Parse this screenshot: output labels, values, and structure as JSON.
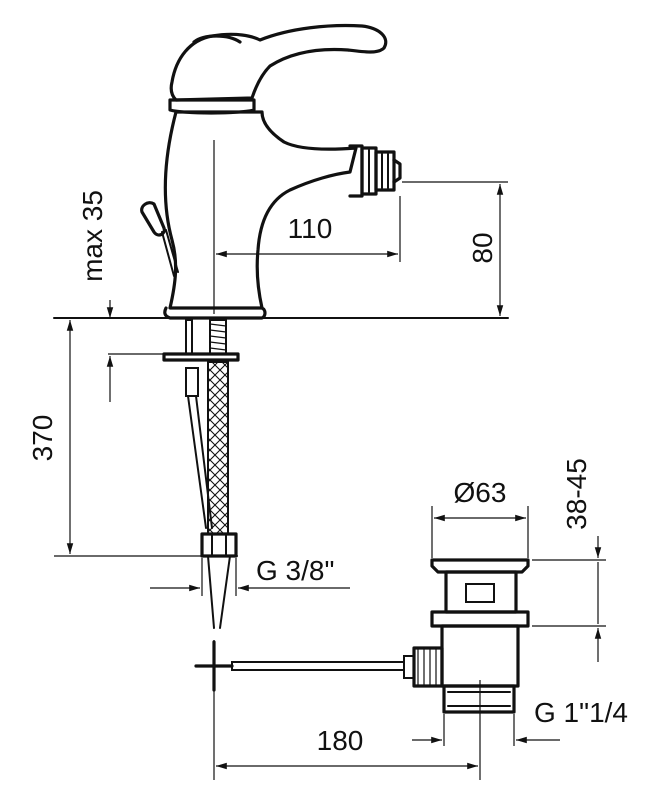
{
  "drawing": {
    "dimensions": {
      "max_35": "max 35",
      "d110": "110",
      "d80": "80",
      "d370": "370",
      "d38_45": "38-45",
      "diameter_63": "Ø63",
      "g_3_8": "G 3/8\"",
      "g_1_1_4": "G 1\"1/4",
      "d180": "180"
    }
  }
}
